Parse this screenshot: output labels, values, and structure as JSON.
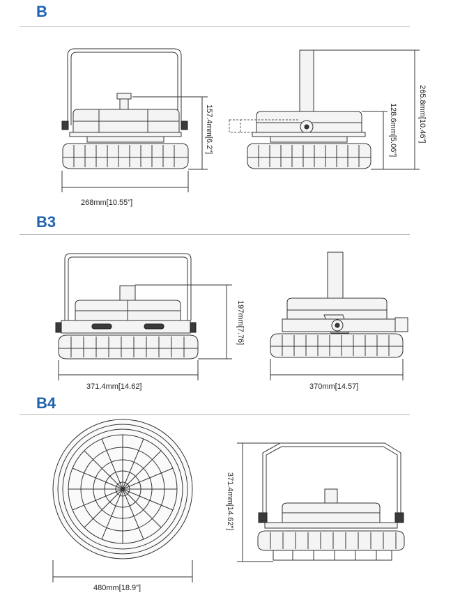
{
  "sections": {
    "b": {
      "title": "B",
      "front_height": "157.4mm[6.2\"]",
      "front_width": "268mm[10.55\"]",
      "side_height_total": "265.8mm[10.46\"]",
      "side_height_body": "128.6mm[5.06\"]"
    },
    "b3": {
      "title": "B3",
      "front_height": "197mm[7.76]",
      "front_width": "371.4mm[14.62]",
      "side_width": "370mm[14.57]"
    },
    "b4": {
      "title": "B4",
      "bottom_width": "480mm[18.9\"]",
      "side_height": "371.4mm[14.62\"]"
    }
  }
}
